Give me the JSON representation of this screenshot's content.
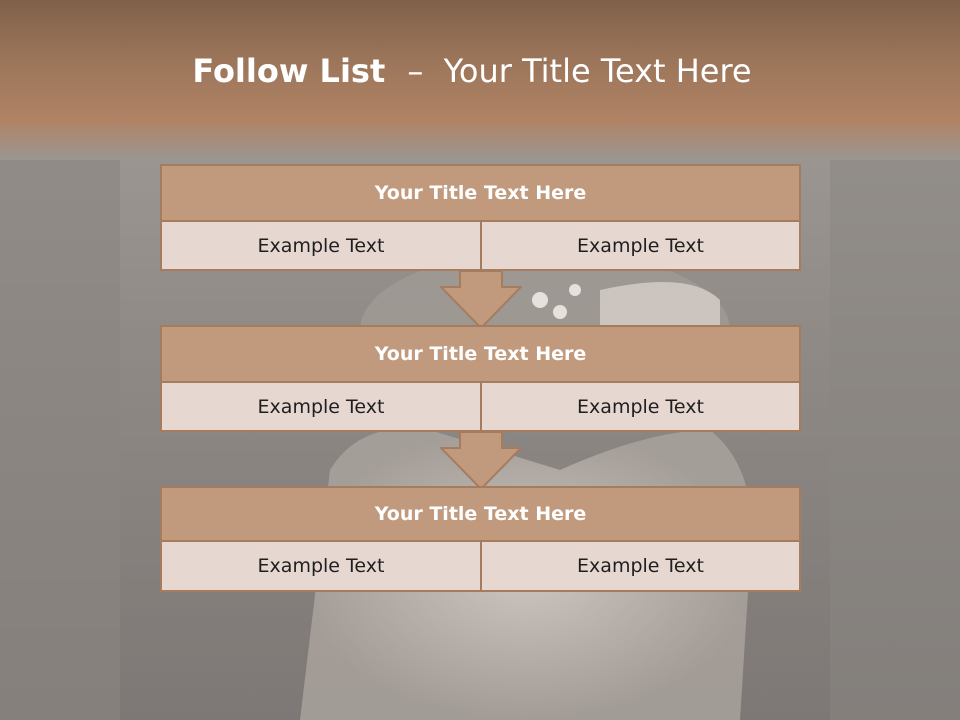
{
  "slide": {
    "title_bold": "Follow List",
    "title_separator": "–",
    "title_rest": "Your Title Text Here"
  },
  "blocks": [
    {
      "title": "Your Title Text Here",
      "left": "Example Text",
      "right": "Example Text"
    },
    {
      "title": "Your Title Text Here",
      "left": "Example Text",
      "right": "Example Text"
    },
    {
      "title": "Your Title Text Here",
      "left": "Example Text",
      "right": "Example Text"
    }
  ],
  "colors": {
    "header": "#9a7459",
    "block_title_fill": "#c19a7e",
    "block_border": "#a67c5f",
    "cell_fill": "#e6d8d1",
    "arrow_fill": "#c19a7e"
  }
}
